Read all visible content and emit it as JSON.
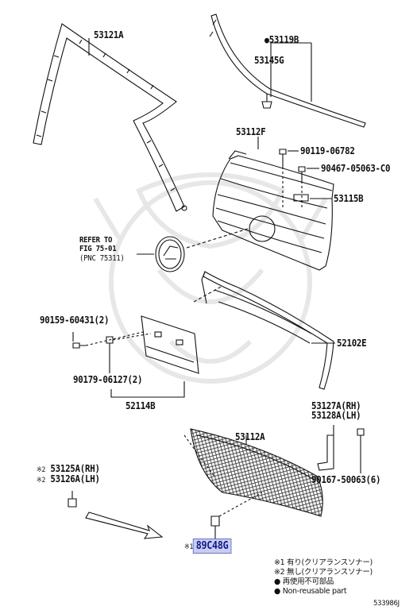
{
  "diagram": {
    "parts": {
      "p53121A": "53121A",
      "p53119B": "53119B",
      "p53145G": "53145G",
      "p53112F": "53112F",
      "p90119": "90119-06782",
      "p90467": "90467-05063-C0",
      "p53115B": "53115B",
      "ref_line1": "REFER TO",
      "ref_line2": "FIG 75-01",
      "ref_line3": "(PNC 75311)",
      "p90159": "90159-60431(2)",
      "p52102E": "52102E",
      "p90179": "90179-06127(2)",
      "p52114B": "52114B",
      "p53127A": "53127A(RH)",
      "p53128A": "53128A(LH)",
      "p53112A": "53112A",
      "p53125A": "53125A(RH)",
      "p53126A": "53126A(LH)",
      "p90167": "90167-50063(6)",
      "p89C48G": "89C48G"
    },
    "marks": {
      "note2_a": "※2",
      "note2_b": "※2",
      "note1": "※1",
      "bullet": "●"
    },
    "legend": {
      "line1": "※1 有り(クリアランスソナー)",
      "line2": "※2 無し(クリアランスソナー)",
      "line3": "● 再使用不可部品",
      "line4": "● Non-reusable part"
    },
    "diagram_id": "533986J",
    "highlight_color": "#c9cdf0"
  }
}
